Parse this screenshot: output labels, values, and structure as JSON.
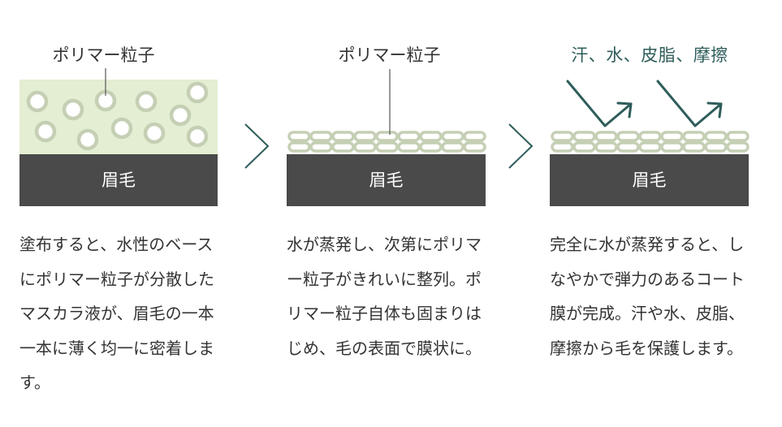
{
  "panels": [
    {
      "label": "ポリマー粒子",
      "base_label": "眉毛",
      "description": "塗布すると、水性のベースにポリマー粒子が分散したマスカラ液が、眉毛の一本一本に薄く均一に密着します。"
    },
    {
      "label": "ポリマー粒子",
      "base_label": "眉毛",
      "description": "水が蒸発し、次第にポリマー粒子がきれいに整列。ポリマー粒子自体も固まりはじめ、毛の表面で膜状に。"
    },
    {
      "label": "汗、水、皮脂、摩擦",
      "base_label": "眉毛",
      "description": "完全に水が蒸発すると、しなやかで弾力のあるコート膜が完成。汗や水、皮脂、摩擦から毛を保護します。"
    }
  ],
  "colors": {
    "base": "#4a4a4a",
    "polymer_bg": "#e4eed3",
    "particle_stroke": "#c5cfb4",
    "particle_fill": "#ffffff",
    "accent": "#2e5d5a",
    "chevron": "#2e5d5a"
  }
}
